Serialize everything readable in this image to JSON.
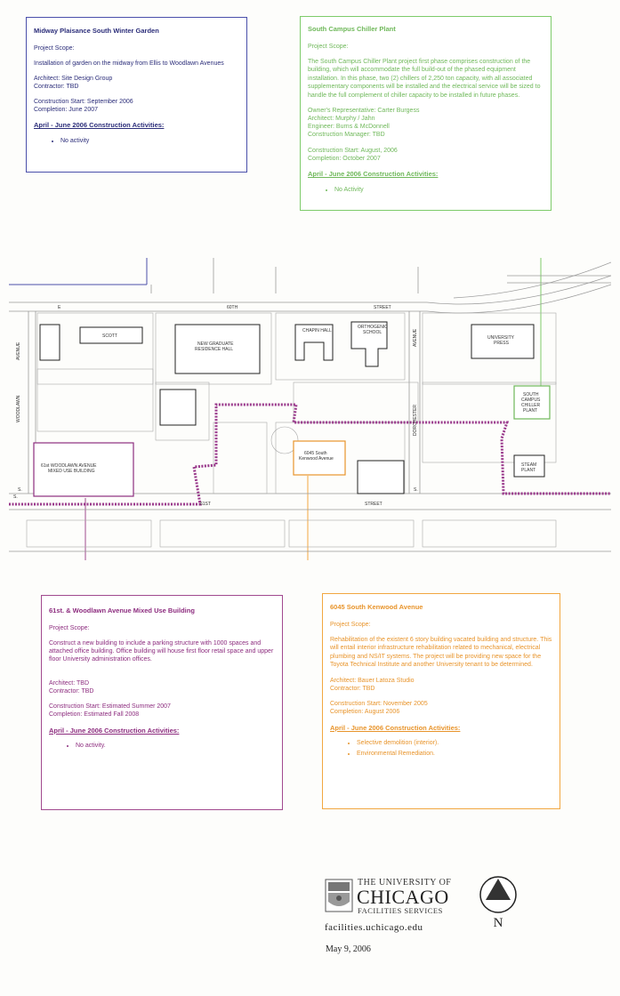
{
  "projects": {
    "winter_garden": {
      "title": "Midway Plaisance South Winter Garden",
      "scope_label": "Project Scope:",
      "scope": "Installation of garden on the midway from Ellis to Woodlawn Avenues",
      "architect": "Architect: Site Design Group",
      "contractor": "Contractor: TBD",
      "start": "Construction Start:  September 2006",
      "completion": "Completion: June 2007",
      "activities_title": "April - June 2006 Construction Activities:",
      "activities": [
        "No activity"
      ],
      "color": "#2c2e7a"
    },
    "chiller_plant": {
      "title": "South Campus Chiller Plant",
      "scope_label": "Project Scope:",
      "scope": "The South Campus Chiller Plant project first phase comprises construction of the building,  which will accommodate the full build-out of the phased equipment installation. In this phase,  two (2) chillers of 2,250 ton capacity, with all associated supplementary components will be installed and the electrical service will be sized to handle the full complement of chiller capacity to be installed in future phases.",
      "owner_rep": "Owner's Representative: Carter Burgess",
      "architect": "Architect:    Murphy / Jahn",
      "engineer": "Engineer: Burns & McDonnell",
      "manager": "Construction Manager: TBD",
      "start": "Construction Start:  August, 2006",
      "completion": "Completion: October 2007",
      "activities_title": "April - June 2006 Construction Activities:",
      "activities": [
        "No Activity"
      ],
      "color": "#6fb85a"
    },
    "mixed_use": {
      "title": "61st. & Woodlawn Avenue Mixed Use Building",
      "scope_label": "Project Scope:",
      "scope": "Construct a new building to include a parking structure with 1000 spaces and attached office building. Office building will house first floor retail space and upper floor University administration offices.",
      "architect": "Architect: TBD",
      "contractor": "Contractor: TBD",
      "start": "Construction Start: Estimated Summer 2007",
      "completion": "Completion: Estimated Fall 2008",
      "activities_title": "April - June 2006 Construction Activities:",
      "activities": [
        "No activity."
      ],
      "color": "#8d2d7f"
    },
    "kenwood": {
      "title": "6045 South Kenwood Avenue",
      "scope_label": "Project Scope:",
      "scope": "Rehabilitation of the existent 6 story building vacated building and structure. This will entail interior infrastructure rehabilitation related to mechanical, electrical plumbing and NS/IT systems. The project will be providing new space for the Toyota Technical Institute and another University tenant to be determined.",
      "architect": "Architect: Bauer Latoza Studio",
      "contractor": "Contractor: TBD",
      "start": "Construction Start:  November 2005",
      "completion": "Completion: August 2006",
      "activities_title": "April - June 2006 Construction Activities:",
      "activities": [
        "Selective demolition (interior).",
        "Environmental Remediation."
      ],
      "color": "#e8942b"
    }
  },
  "map": {
    "streets": {
      "e60th_e": "E",
      "e60th": "60TH",
      "e60th_street": "STREET",
      "e61st": "61ST",
      "e61st_street": "STREET",
      "e61st_s": "S.",
      "ellis": "AVENUE",
      "woodlawn": "WOODLAWN",
      "woodlawn_s": "S.",
      "dorchester": "DORCHESTER",
      "dorchester_ave": "AVENUE",
      "dorchester_s": "S."
    },
    "buildings": {
      "scott": "SCOTT",
      "grad_res": [
        "NEW GRADUATE",
        "RESIDENCE HALL"
      ],
      "chapin": "CHAPIN HALL",
      "orthogenic": [
        "ORTHOGENIC",
        "SCHOOL"
      ],
      "press": [
        "UNIVERSITY",
        "PRESS"
      ],
      "chiller": [
        "SOUTH",
        "CAMPUS",
        "CHILLER",
        "PLANT"
      ],
      "steam": [
        "STEAM",
        "PLANT"
      ],
      "woodlawn_mixed": [
        "61st WOODLAWN AVENUE",
        "MIXED USE BUILDING"
      ],
      "kenwood_6045": [
        "6045 South",
        "Kenwood Avenue"
      ]
    }
  },
  "footer": {
    "logo_the": "THE UNIVERSITY OF",
    "logo_chicago": "CHICAGO",
    "logo_facilities": "FACILITIES SERVICES",
    "url": "facilities.uchicago.edu",
    "date": "May 9, 2006",
    "north": "N"
  }
}
